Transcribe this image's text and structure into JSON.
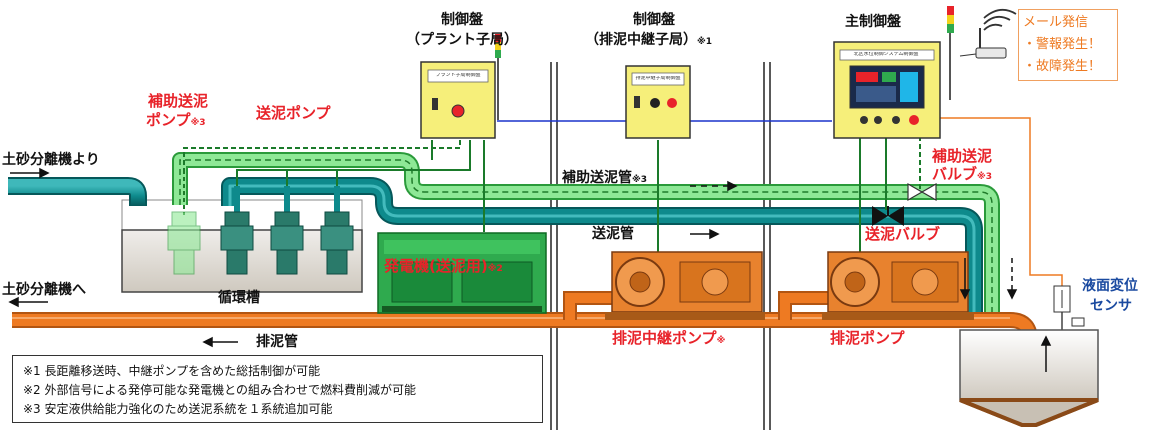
{
  "labels": {
    "panel_plant_title": "制御盤",
    "panel_plant_sub": "（プラント子局）",
    "panel_relay_title": "制御盤",
    "panel_relay_sub": "（排泥中継子局）",
    "panel_relay_mark": "※1",
    "panel_main_title": "主制御盤",
    "mail_title": "メール発信",
    "mail_item1": "・警報発生！",
    "mail_item2": "・故障発生！",
    "aux_pump": "補助送泥",
    "aux_pump2": "ポンプ",
    "aux_pump_mark": "※3",
    "feed_pump": "送泥ポンプ",
    "aux_pipe": "補助送泥管",
    "aux_pipe_mark": "※3",
    "aux_valve": "補助送泥",
    "aux_valve2": "バルブ",
    "aux_valve_mark": "※3",
    "from_separator": "土砂分離機より",
    "to_separator": "土砂分離機へ",
    "feed_pipe": "送泥管",
    "feed_valve": "送泥バルブ",
    "generator": "発電機(送泥用)",
    "generator_mark": "※2",
    "circulation_tank": "循環槽",
    "level_sensor1": "液面変位",
    "level_sensor2": "センサ",
    "discharge_pipe": "排泥管",
    "relay_pump": "排泥中継ポンプ",
    "relay_pump_mark": "※",
    "discharge_pump": "排泥ポンプ",
    "main_panel_plate": "北区水位制御システム制御盤",
    "plant_panel_plate": "プラント子局制御盤",
    "relay_panel_plate": "排泥中継子局制御盤"
  },
  "notes": [
    "※1  長距離移送時、中継ポンプを含めた総括制御が可能",
    "※2  外部信号による発停可能な発電機との組み合わせで燃料費削減が可能",
    "※3  安定液供給能力強化のため送泥系統を１系統追加可能"
  ],
  "colors": {
    "feed_pipe": "#0e8a8c",
    "aux_pipe": "#7ee08a",
    "discharge_pipe": "#ee7a22",
    "panel": "#f6ef7a",
    "pump_body": "#e8822e",
    "generator": "#2faa4e",
    "signal_line": "#1a33cc",
    "control_line": "#1a7a2a",
    "label_red": "#e8232a"
  }
}
